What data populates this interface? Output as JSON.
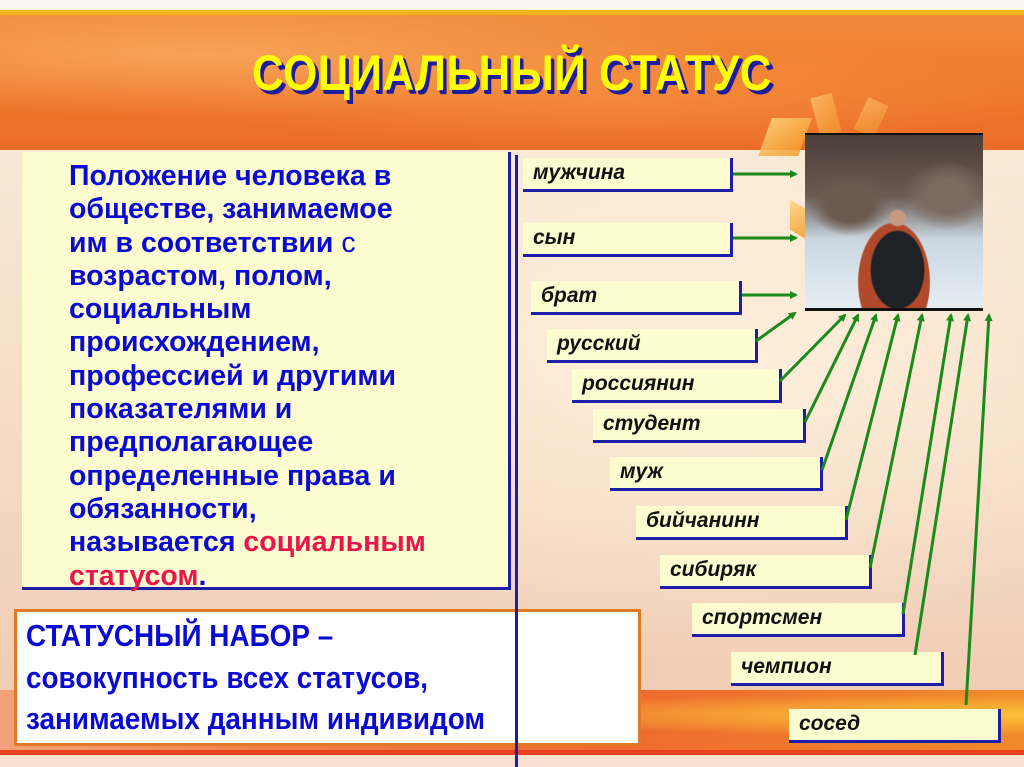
{
  "slide": {
    "title": "СОЦИАЛЬНЫЙ СТАТУС",
    "colors": {
      "title_fill": "#ffff00",
      "title_shadow": "#1d1d9e",
      "body_text": "#0a0ad2",
      "highlight_text": "#e8164a",
      "arrow": "#1a8a1a",
      "box_border": "#1d1da8",
      "set_box_border": "#e07a28"
    }
  },
  "definition": {
    "lines": [
      "Положение человека в",
      "обществе, занимаемое",
      "им в соответствии",
      "возрастом, полом,",
      "социальным",
      "происхождением,",
      "профессией и другими",
      "показателями и",
      "предполагающее",
      "определенные права и",
      "обязанности,",
      "называется"
    ],
    "line3_suffix": "с",
    "highlight_line12": "социальным",
    "highlight_line13": "статусом",
    "end_punct": "."
  },
  "status_set": {
    "line1": "СТАТУСНЫЙ НАБОР –",
    "line2": "совокупность всех статусов,",
    "line3": "занимаемых данным индивидом"
  },
  "photo": {
    "description": "young man in crowd"
  },
  "statuses": [
    {
      "label": "мужчина"
    },
    {
      "label": "сын"
    },
    {
      "label": "брат"
    },
    {
      "label": "русский"
    },
    {
      "label": "россиянин"
    },
    {
      "label": "студент"
    },
    {
      "label": "муж"
    },
    {
      "label": "бийчанинн"
    },
    {
      "label": "сибиряк"
    },
    {
      "label": "спортсмен"
    },
    {
      "label": "чемпион"
    },
    {
      "label": "сосед"
    }
  ]
}
